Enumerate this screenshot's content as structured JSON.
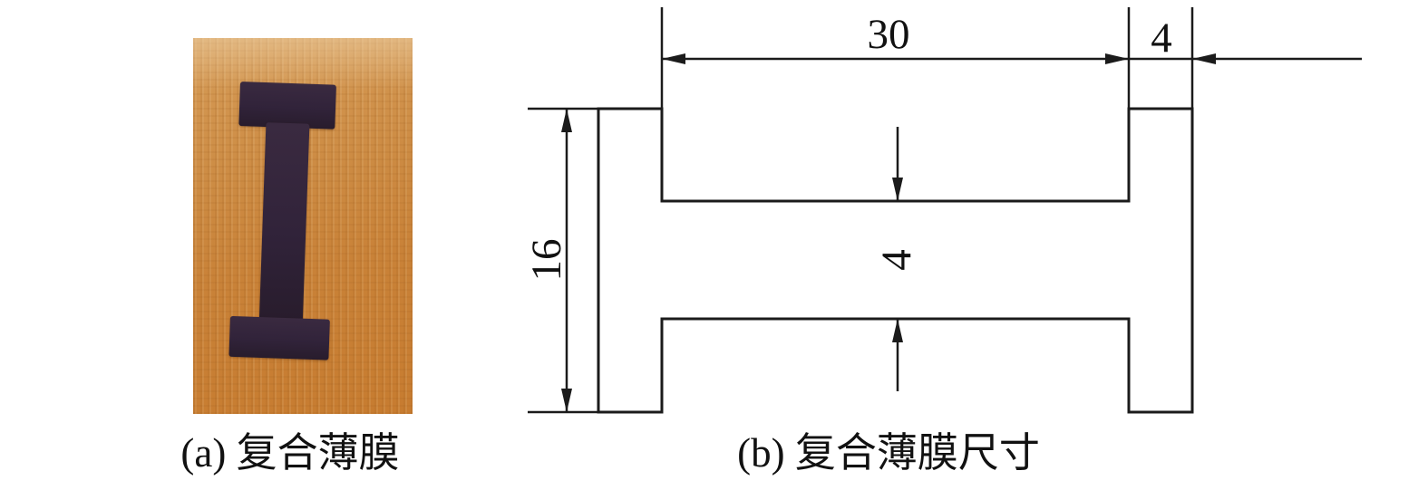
{
  "figure": {
    "panel_a": {
      "caption": "(a) 复合薄膜",
      "photo": {
        "subject": "i-shaped-composite-film-on-amber-tape",
        "tape_color": "#cd8a40",
        "film_color": "#33243a"
      }
    },
    "panel_b": {
      "caption": "(b) 复合薄膜尺寸",
      "line_color": "#1b1b1b",
      "dimensions": {
        "top_span": "30",
        "cap_width": "4",
        "total_height": "16",
        "bar_height": "4"
      }
    }
  }
}
